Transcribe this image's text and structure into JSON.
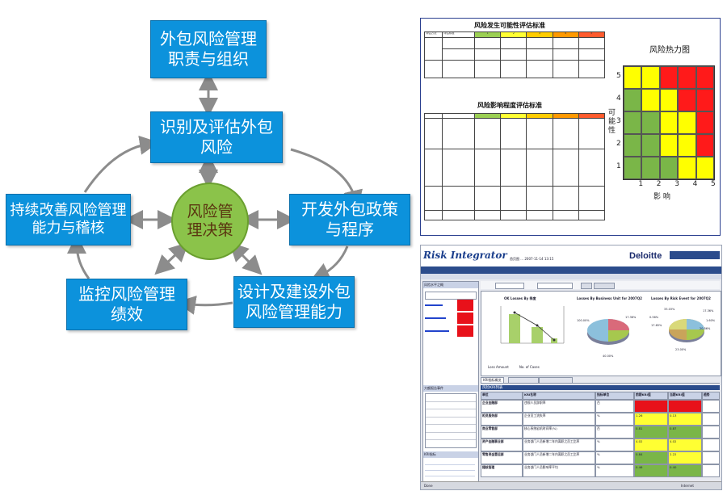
{
  "diagram": {
    "boxes": {
      "responsibility": "外包风险管理职责与组织",
      "identify": "识别及评估外包风险",
      "policy": "开发外包政策与程序",
      "design": "设计及建设外包风险管理能力",
      "monitor": "监控风险管理绩效",
      "improve": "持续改善风险管理能力与稽核"
    },
    "center": "风险管理决策",
    "colors": {
      "box": "#0c92dc",
      "center": "#8bc34a",
      "arrow": "#8c8c8c"
    }
  },
  "panel": {
    "likelihood_title": "风险发生可能性评估标准",
    "impact_title": "风险影响程度评估标准",
    "heatmap": {
      "title": "风险热力图",
      "y_label": "可能性",
      "x_label": "影 响",
      "x_ticks": [
        "1",
        "2",
        "3",
        "4",
        "5"
      ],
      "y_ticks": [
        "1",
        "2",
        "3",
        "4",
        "5"
      ],
      "grid": [
        [
          "yellow",
          "yellow",
          "red",
          "red",
          "red"
        ],
        [
          "green",
          "yellow",
          "yellow",
          "red",
          "red"
        ],
        [
          "green",
          "green",
          "yellow",
          "yellow",
          "red"
        ],
        [
          "green",
          "green",
          "yellow",
          "yellow",
          "red"
        ],
        [
          "green",
          "green",
          "green",
          "yellow",
          "yellow"
        ]
      ],
      "colors": {
        "green": "#7ab648",
        "yellow": "#ffff00",
        "red": "#ff1a1a"
      }
    },
    "likelihood_header": [
      "评估方法",
      "评估标准",
      "1",
      "2",
      "3",
      "4",
      "5"
    ],
    "likelihood_header_colors": [
      "#ffffff",
      "#ffffff",
      "#9bcf53",
      "#ffff33",
      "#ffcc00",
      "#ff9900",
      "#ff5b2e"
    ],
    "impact_header_colors": [
      "#ffffff",
      "#ffffff",
      "#9bcf53",
      "#ffff33",
      "#ffcc00",
      "#ff9900",
      "#ff5b2e"
    ]
  },
  "risk_integrator": {
    "logo": "Risk Integrator",
    "brand": "Deloitte",
    "header_text": "首页图 ... 2007-11-14 13:15",
    "section_left_title": "风险水平之概",
    "section_mid_title": "大额报告事件",
    "section_bottom_title": "KRI指标",
    "chart1_title": "OK Losses By 季度",
    "chart2_title": "Losses By Business Unit for 2007Q2",
    "chart3_title": "Losses By Risk Event for 2007Q2",
    "chart2_labels": [
      "100.00%",
      "17.36%",
      "40.00%"
    ],
    "chart3_labels": [
      "33.03%",
      "17.36%",
      "1.60%",
      "0.56%",
      "17.65%",
      "20.56%",
      "23.00%"
    ],
    "legend1": "Loss Amount",
    "legend2": "No. of Cases",
    "tab1": "KRI指标概览",
    "table_title": "风险KRI列表",
    "table_headers": [
      "单位",
      "KRI名称",
      "指标单位",
      "前期KRI值",
      "当期KRI值",
      "趋势"
    ],
    "table_rows": [
      {
        "unit": "企业金融部",
        "name": "违规人员辞职率",
        "u": "百",
        "prev": "",
        "curr": ""
      },
      {
        "unit": "柜员服务部",
        "name": "企业员工流失率",
        "u": "%",
        "prev": "1.26",
        "curr": "0.13"
      },
      {
        "unit": "商业零售部",
        "name": "核心系统宕机时间率(%)",
        "u": "百",
        "prev": "0.81",
        "curr": "0.87"
      },
      {
        "unit": "资产金融事业部",
        "name": "业务部门人员新增二年内离职之员工比率",
        "u": "%",
        "prev": "4.02",
        "curr": "4.02"
      },
      {
        "unit": "零售资金营运部",
        "name": "业务部门人员新增二年内离职之员工比率",
        "u": "%",
        "prev": "0.84",
        "curr": "2.22"
      },
      {
        "unit": "稽核管理",
        "name": "业务部门人员影响率平均",
        "u": "%",
        "prev": "0.46",
        "curr": "0.40"
      }
    ],
    "status_bar_left": "Done",
    "status_bar_right": "Internet"
  }
}
